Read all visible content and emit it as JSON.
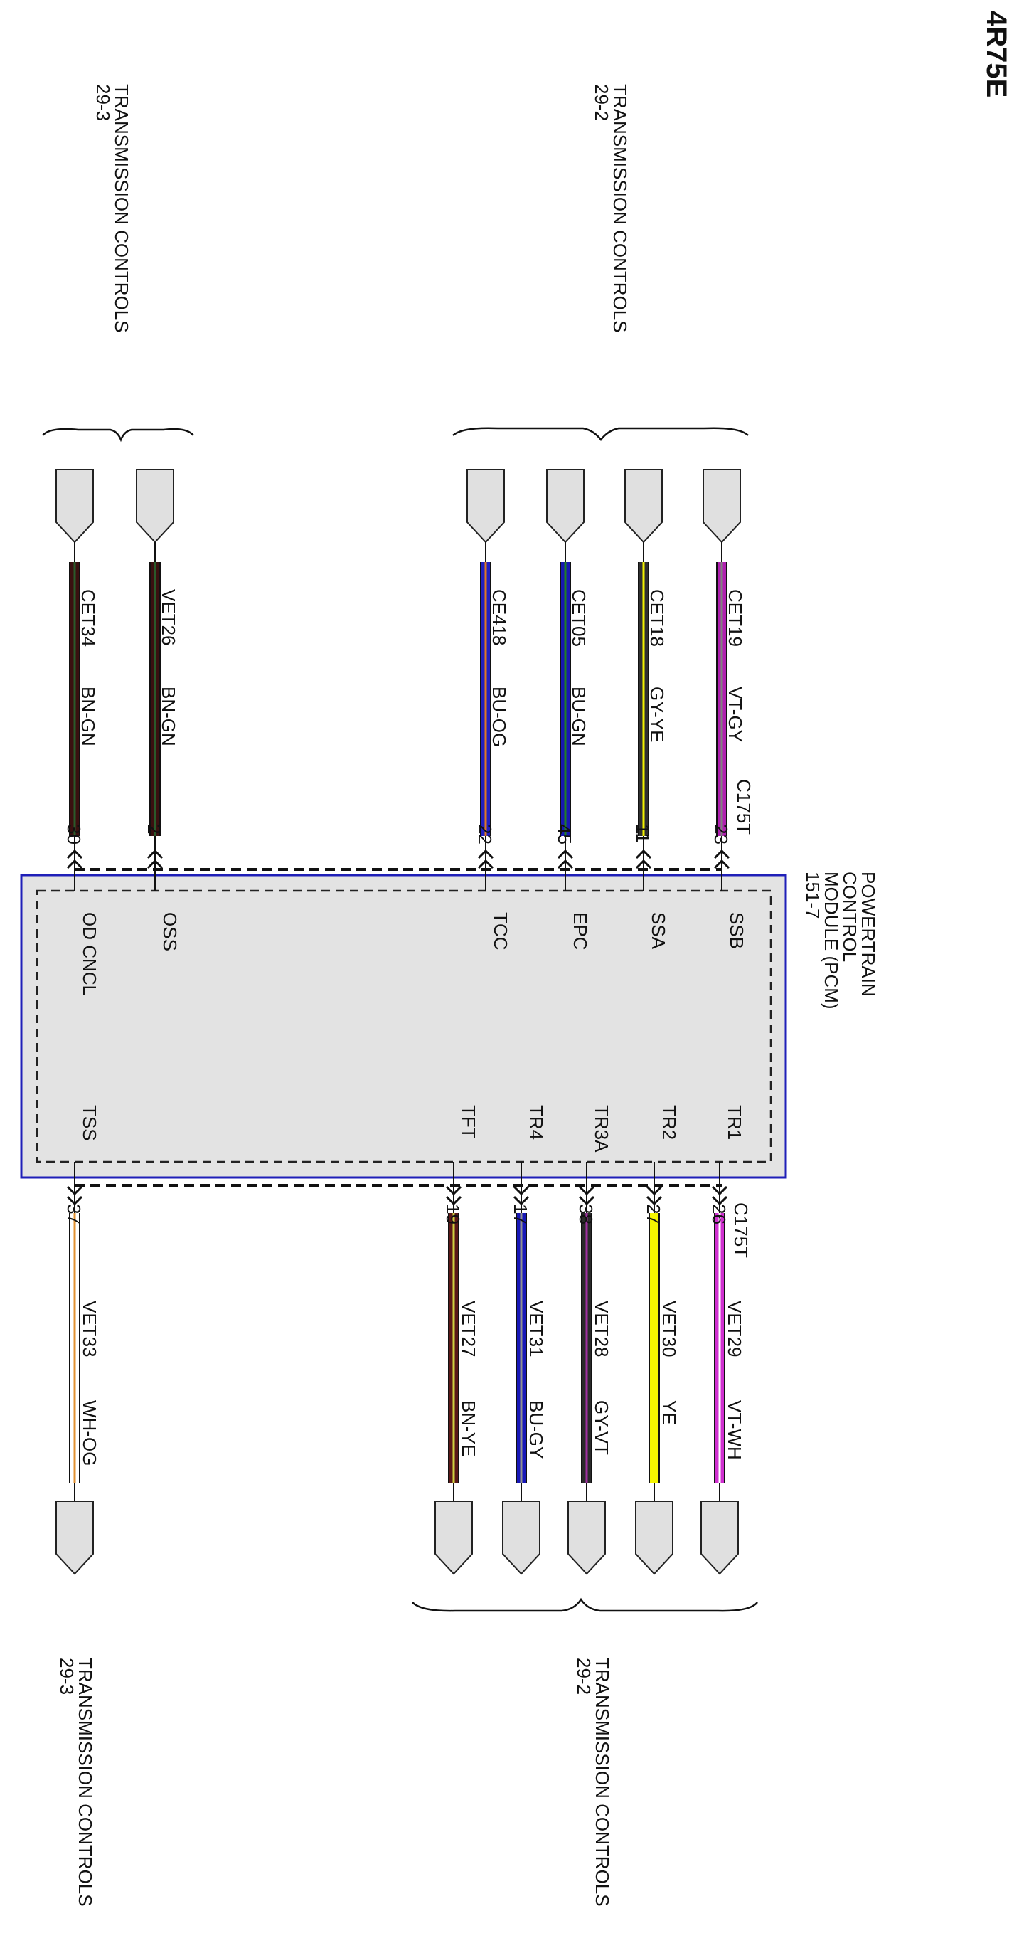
{
  "title": "4R75E",
  "module": {
    "name_lines": [
      "POWERTRAIN",
      "CONTROL",
      "MODULE (PCM)",
      "151-7"
    ],
    "fill": "#e3e3e3",
    "border": "#1f1fb8"
  },
  "refs": {
    "top_left": {
      "text": "TRANSMISSION CONTROLS",
      "page": "29-3"
    },
    "top_right": {
      "text": "TRANSMISSION CONTROLS",
      "page": "29-2"
    },
    "bottom_left": {
      "text": "TRANSMISSION CONTROLS",
      "page": "29-3"
    },
    "bottom_right": {
      "text": "TRANSMISSION CONTROLS",
      "page": "29-2"
    }
  },
  "connector_top": "C175T",
  "connector_bottom": "C175T",
  "top_wires": [
    {
      "pin": "30",
      "circuit": "CET34",
      "color_code": "BN-GN",
      "signal": "OD CNCL",
      "main": "#3a1010",
      "stripe": "#2a5a2a"
    },
    {
      "pin": "2",
      "circuit": "VET26",
      "color_code": "BN-GN",
      "signal": "OSS",
      "main": "#3a1010",
      "stripe": "#2a5a2a"
    },
    {
      "pin": "22",
      "circuit": "CE418",
      "color_code": "BU-OG",
      "signal": "TCC",
      "main": "#2020c0",
      "stripe": "#e07820"
    },
    {
      "pin": "45",
      "circuit": "CET05",
      "color_code": "BU-GN",
      "signal": "EPC",
      "main": "#1818b0",
      "stripe": "#208020"
    },
    {
      "pin": "11",
      "circuit": "CET18",
      "color_code": "GY-YE",
      "signal": "SSA",
      "main": "#303030",
      "stripe": "#f2f200"
    },
    {
      "pin": "23",
      "circuit": "CET19",
      "color_code": "VT-GY",
      "signal": "SSB",
      "main": "#b020b0",
      "stripe": "#808080"
    }
  ],
  "bottom_wires": [
    {
      "pin": "37",
      "circuit": "VET33",
      "color_code": "WH-OG",
      "signal": "TSS",
      "main": "#ffffff",
      "stripe": "#e09030"
    },
    {
      "pin": "19",
      "circuit": "VET27",
      "color_code": "BN-YE",
      "signal": "TFT",
      "main": "#5a1818",
      "stripe": "#d0d040"
    },
    {
      "pin": "17",
      "circuit": "VET31",
      "color_code": "BU-GY",
      "signal": "TR4",
      "main": "#1818b8",
      "stripe": "#909090"
    },
    {
      "pin": "38",
      "circuit": "VET28",
      "color_code": "GY-VT",
      "signal": "TR3A",
      "main": "#2a2a2a",
      "stripe": "#a030a0"
    },
    {
      "pin": "27",
      "circuit": "VET30",
      "color_code": "YE",
      "signal": "TR2",
      "main": "#f4f400",
      "stripe": "#f4f400"
    },
    {
      "pin": "26",
      "circuit": "VET29",
      "color_code": "VT-WH",
      "signal": "TR1",
      "main": "#d030d0",
      "stripe": "#ffffff"
    }
  ]
}
